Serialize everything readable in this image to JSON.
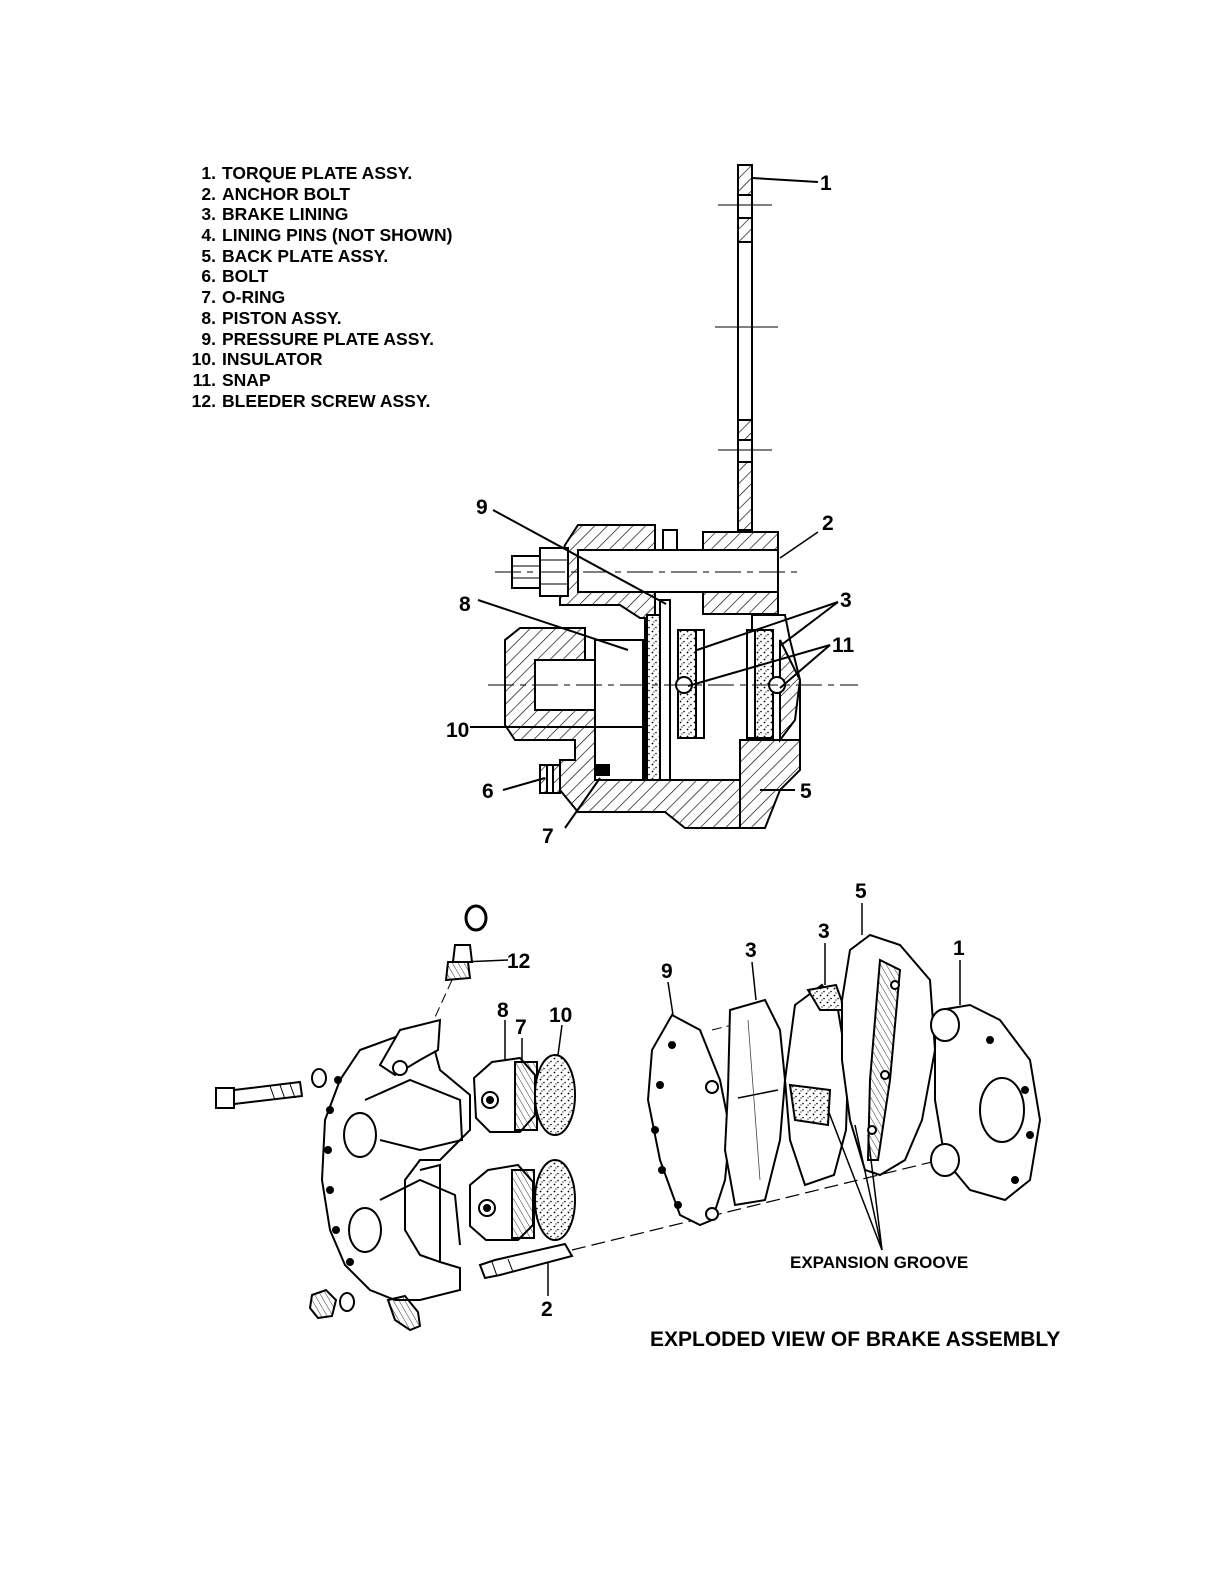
{
  "legend": [
    {
      "num": "1.",
      "text": "TORQUE PLATE ASSY."
    },
    {
      "num": "2.",
      "text": "ANCHOR BOLT"
    },
    {
      "num": "3.",
      "text": "BRAKE LINING"
    },
    {
      "num": "4.",
      "text": "LINING PINS (NOT SHOWN)"
    },
    {
      "num": "5.",
      "text": "BACK PLATE ASSY."
    },
    {
      "num": "6.",
      "text": "BOLT"
    },
    {
      "num": "7.",
      "text": "O-RING"
    },
    {
      "num": "8.",
      "text": "PISTON ASSY."
    },
    {
      "num": "9.",
      "text": "PRESSURE PLATE ASSY."
    },
    {
      "num": "10.",
      "text": "INSULATOR"
    },
    {
      "num": "11.",
      "text": "SNAP"
    },
    {
      "num": "12.",
      "text": "BLEEDER SCREW ASSY."
    }
  ],
  "section_callouts": {
    "c1": "1",
    "c2": "2",
    "c3": "3",
    "c5": "5",
    "c6": "6",
    "c7": "7",
    "c8": "8",
    "c9": "9",
    "c10": "10",
    "c11": "11"
  },
  "exploded_callouts": {
    "c12": "12",
    "c8": "8",
    "c7": "7",
    "c10": "10",
    "c2": "2",
    "c9": "9",
    "c3a": "3",
    "c3b": "3",
    "c5": "5",
    "c1": "1"
  },
  "expansion_groove_label": "EXPANSION GROOVE",
  "title": "EXPLODED VIEW OF BRAKE ASSEMBLY"
}
